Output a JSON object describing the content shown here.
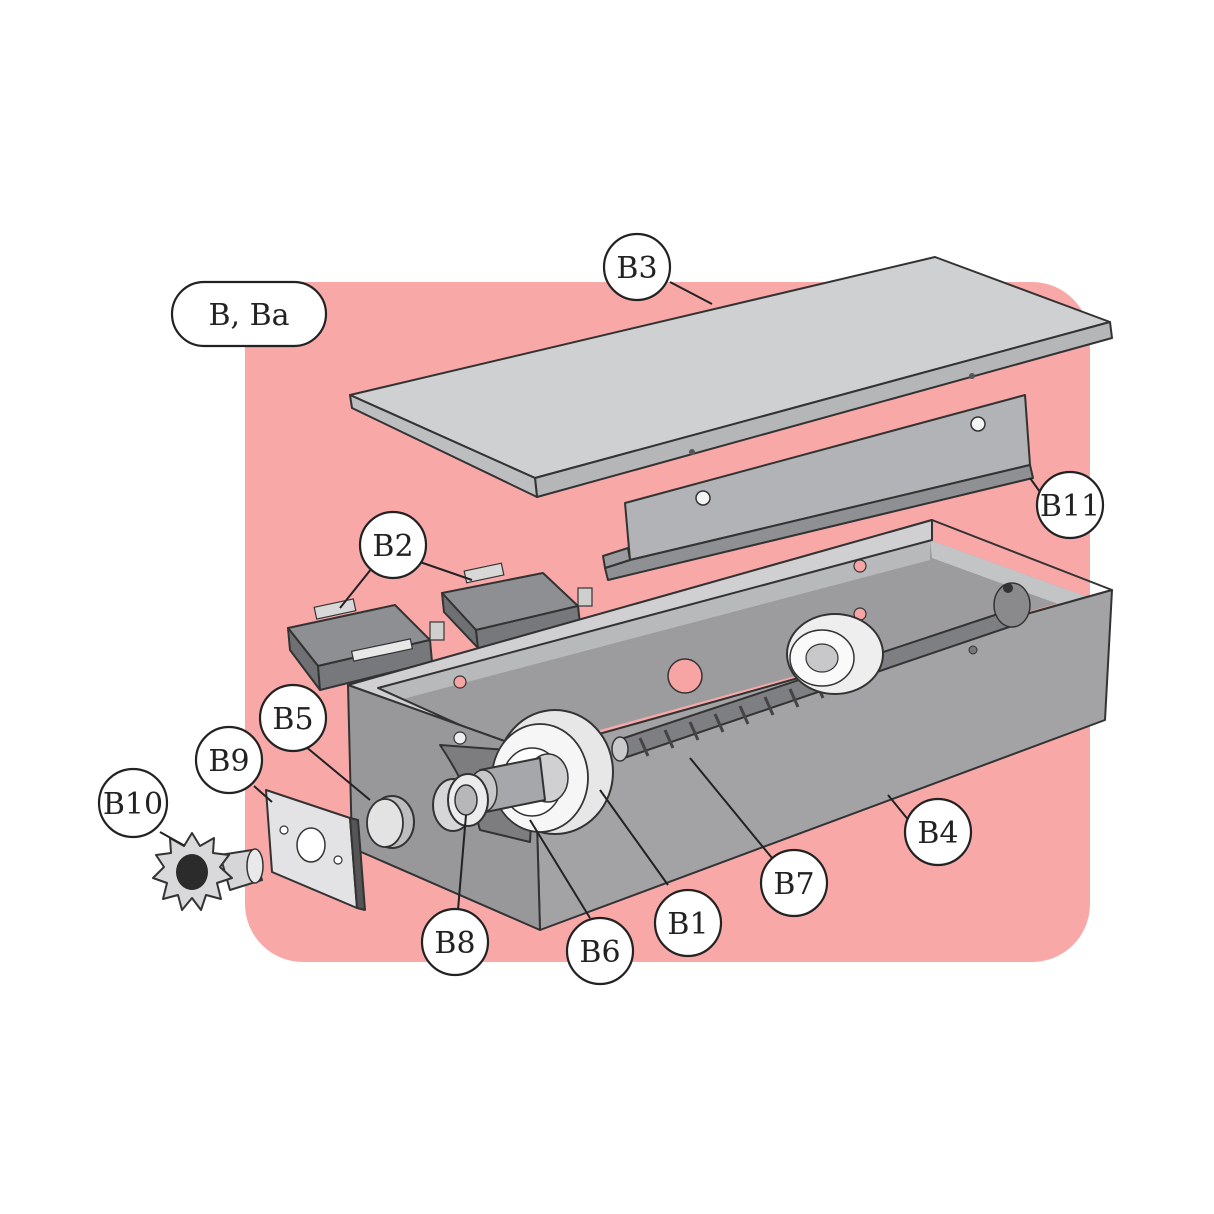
{
  "colors": {
    "background_panel": "#f9a8a8",
    "housing": "#a9a9ab",
    "housing_dark": "#8c8c8f",
    "cover": "#cfd0d2",
    "outline": "#333333"
  },
  "assembly_label": "B, Ba",
  "callouts": {
    "b1": "B1",
    "b2": "B2",
    "b3": "B3",
    "b4": "B4",
    "b5": "B5",
    "b6": "B6",
    "b7": "B7",
    "b8": "B8",
    "b9": "B9",
    "b10": "B10",
    "b11": "B11"
  }
}
